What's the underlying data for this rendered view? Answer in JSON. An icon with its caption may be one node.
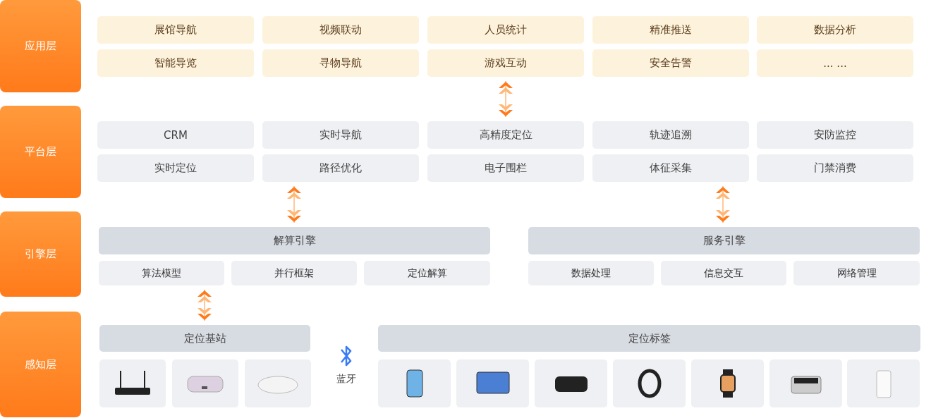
{
  "diagram": {
    "nodes": [
      {
        "text": [
          "应用层"
        ]
      },
      {
        "text": [
          "平台层"
        ]
      },
      {
        "text": [
          "引擎层"
        ]
      },
      {
        "text": [
          "感知层"
        ]
      },
      {
        "text": [
          "展馆导航"
        ]
      },
      {
        "text": [
          "视频联动"
        ]
      },
      {
        "text": [
          "人员统计"
        ]
      },
      {
        "text": [
          "精准推送"
        ]
      },
      {
        "text": [
          "数据分析"
        ]
      },
      {
        "text": [
          "智能导览"
        ]
      },
      {
        "text": [
          "寻物导航"
        ]
      },
      {
        "text": [
          "游戏互动"
        ]
      },
      {
        "text": [
          "安全告警"
        ]
      },
      {
        "text": [
          "... ..."
        ]
      },
      {
        "text": [
          "CRM"
        ]
      },
      {
        "text": [
          "实时导航"
        ]
      },
      {
        "text": [
          "高精度定位"
        ]
      },
      {
        "text": [
          "轨迹追溯"
        ]
      },
      {
        "text": [
          "安防监控"
        ]
      },
      {
        "text": [
          "实时定位"
        ]
      },
      {
        "text": [
          "路径优化"
        ]
      },
      {
        "text": [
          "电子围栏"
        ]
      },
      {
        "text": [
          "体征采集"
        ]
      },
      {
        "text": [
          "门禁消费"
        ]
      },
      {
        "text": [
          "解算引擎"
        ]
      },
      {
        "text": [
          "算法模型"
        ]
      },
      {
        "text": [
          "并行框架"
        ]
      },
      {
        "text": [
          "定位解算"
        ]
      },
      {
        "text": [
          "服务引擎"
        ]
      },
      {
        "text": [
          "数据处理"
        ]
      },
      {
        "text": [
          "信息交互"
        ]
      },
      {
        "text": [
          "网络管理"
        ]
      },
      {
        "text": [
          "定位基站"
        ]
      },
      {
        "text": [],
        "shape": "picture"
      },
      {
        "text": [],
        "shape": "picture"
      },
      {
        "text": [],
        "shape": "picture"
      },
      {
        "text": [
          "定位标签"
        ]
      },
      {
        "text": [],
        "shape": "picture"
      },
      {
        "text": [],
        "shape": "picture"
      },
      {
        "text": [],
        "shape": "picture"
      },
      {
        "text": [],
        "shape": "picture"
      },
      {
        "text": [],
        "shape": "picture"
      },
      {
        "text": [],
        "shape": "picture"
      },
      {
        "text": [],
        "shape": "picture"
      }
    ],
    "edges": [
      {
        "from": 11,
        "to": 16,
        "arrow": "both"
      },
      {
        "from": 20,
        "to": 24,
        "arrow": "both"
      },
      {
        "from": 22,
        "to": 28,
        "arrow": "both"
      },
      {
        "from": 25,
        "to": 32,
        "arrow": "both"
      }
    ],
    "labels": [
      "蓝牙"
    ]
  }
}
